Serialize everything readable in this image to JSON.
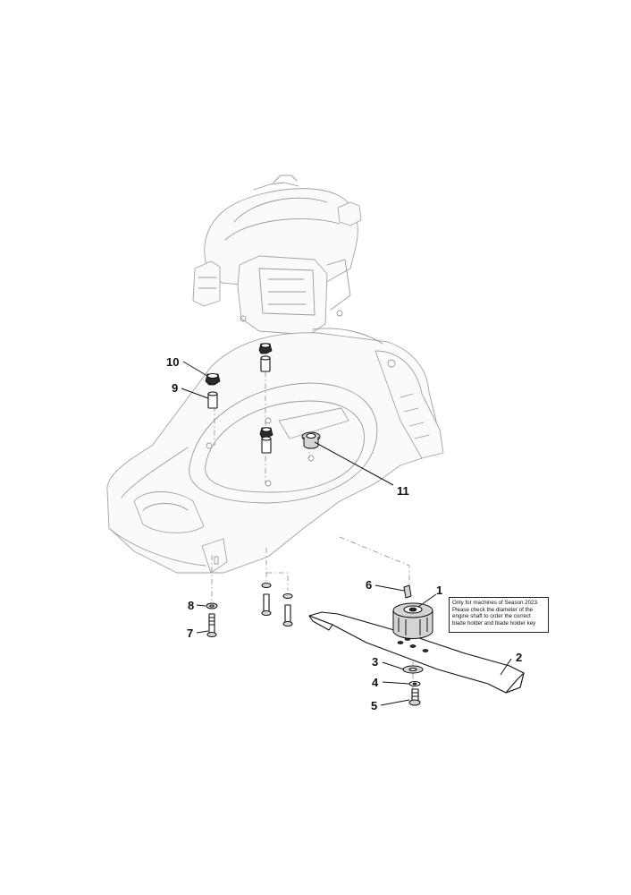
{
  "callouts": [
    {
      "id": "callout-1",
      "label": "1"
    },
    {
      "id": "callout-2",
      "label": "2"
    },
    {
      "id": "callout-3",
      "label": "3"
    },
    {
      "id": "callout-4",
      "label": "4"
    },
    {
      "id": "callout-5",
      "label": "5"
    },
    {
      "id": "callout-6",
      "label": "6"
    },
    {
      "id": "callout-7",
      "label": "7"
    },
    {
      "id": "callout-8",
      "label": "8"
    },
    {
      "id": "callout-9",
      "label": "9"
    },
    {
      "id": "callout-10",
      "label": "10"
    },
    {
      "id": "callout-11",
      "label": "11"
    }
  ],
  "note": {
    "text": "Only for machines of Season 2023.\nPlease check the diameter of the\nengine shaft to order the correct\nblade holder and blade holder key"
  }
}
